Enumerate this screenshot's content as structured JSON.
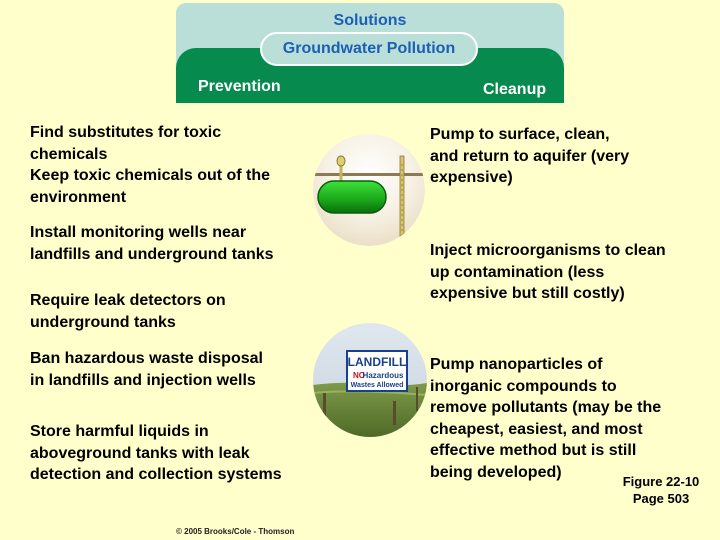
{
  "header": {
    "title": "Solutions",
    "subtitle": "Groundwater Pollution"
  },
  "columns": {
    "prevention_label": "Prevention",
    "cleanup_label": "Cleanup"
  },
  "prevention": [
    {
      "lines": [
        "Find substitutes for toxic",
        "chemicals",
        "Keep toxic chemicals out of the",
        "environment"
      ]
    },
    {
      "lines": [
        "Install monitoring wells near",
        "landfills and underground tanks"
      ]
    },
    {
      "lines": [
        "Require leak detectors on",
        "underground tanks"
      ]
    },
    {
      "lines": [
        "Ban hazardous waste disposal",
        "in landfills and injection wells"
      ]
    },
    {
      "lines": [
        "Store harmful liquids in",
        "aboveground tanks with leak",
        "detection and collection systems"
      ]
    }
  ],
  "cleanup": [
    {
      "lines": [
        "Pump to surface, clean,",
        "and return to aquifer (very",
        "expensive)"
      ]
    },
    {
      "lines": [
        "Inject microorganisms to clean",
        "up contamination (less",
        "expensive but still costly)"
      ]
    },
    {
      "lines": [
        "Pump nanoparticles of",
        "inorganic compounds to",
        "remove pollutants (may be the",
        "cheapest, easiest, and most",
        "effective method but is still",
        "being developed)"
      ]
    }
  ],
  "landfill_sign": {
    "title": "LANDFILL",
    "no": "NO",
    "text1": "Hazardous",
    "text2": "Wastes Allowed"
  },
  "figure": {
    "label": "Figure 22-10",
    "page": "Page 503"
  },
  "copyright": "© 2005 Brooks/Cole - Thomson",
  "colors": {
    "background": "#ffffcc",
    "header_panel": "#b9dfd8",
    "green_band": "#078a4e",
    "title_blue": "#1c5fb5"
  }
}
